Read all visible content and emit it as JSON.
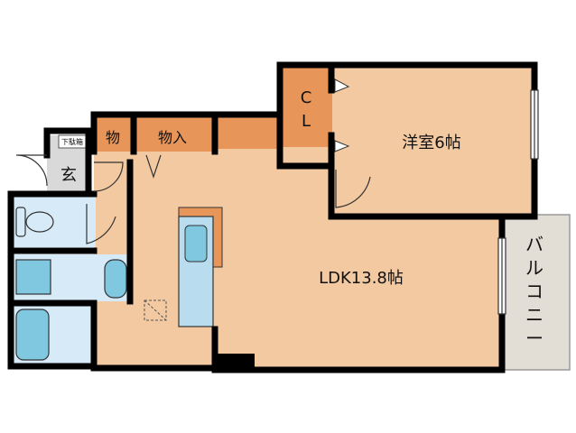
{
  "rooms": {
    "western_room": "洋室6帖",
    "ldk": "LDK13.8帖",
    "closet": "C L",
    "closet_c": "C",
    "closet_l": "L",
    "storage_in": "物入",
    "storage_small": "物",
    "entrance": "玄",
    "shoe_box": "下駄箱",
    "balcony_chars": [
      "バ",
      "ル",
      "コ",
      "ニ",
      "ー"
    ]
  },
  "colors": {
    "wall": "#000000",
    "room_floor": "#f2c9a0",
    "storage_floor": "#e8955a",
    "wet_area": "#d6eaf8",
    "wet_fixture": "#7fc8e0",
    "entrance_floor": "#d9d9d9",
    "balcony": "#e2ddd5",
    "kitchen": "#b9dcef"
  }
}
